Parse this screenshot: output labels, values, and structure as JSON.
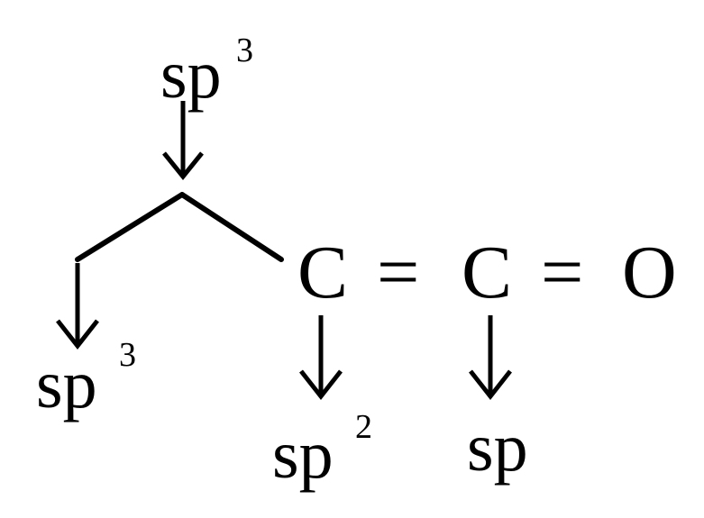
{
  "molecule": {
    "atoms": {
      "carbon_1": "C",
      "carbon_2": "C",
      "oxygen": "O"
    },
    "bonds": {
      "double_bond_symbol": "="
    }
  },
  "hybridizations": {
    "top_methine": {
      "base": "sp",
      "superscript": "3"
    },
    "left_methyl": {
      "base": "sp",
      "superscript": "3"
    },
    "carbon_1": {
      "base": "sp",
      "superscript": "2"
    },
    "carbon_2": {
      "base": "sp",
      "superscript": ""
    }
  },
  "colors": {
    "ink": "#000000",
    "accent_sp": "#1f3a4d"
  }
}
